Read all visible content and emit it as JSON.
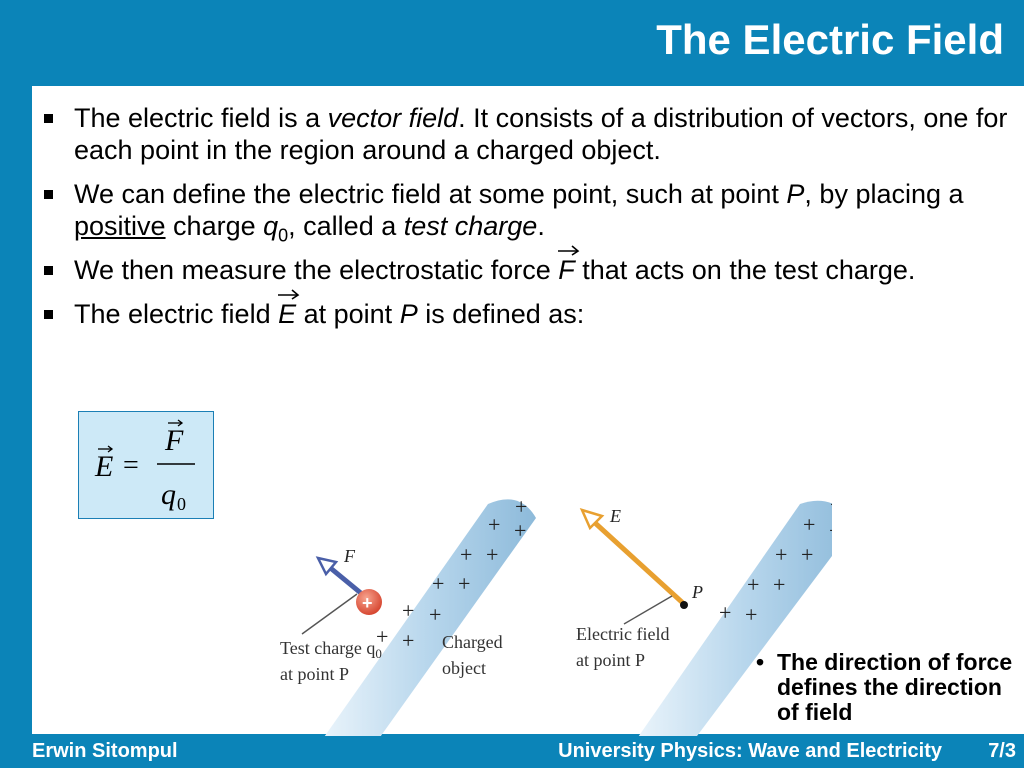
{
  "slide": {
    "title": "The Electric Field",
    "bullets": [
      {
        "t1": "The electric field is a ",
        "t2": "vector field",
        "t3": ". It consists of a distribution of vectors, one for each point in the region around a charged object."
      },
      {
        "t1": "We can define the electric field at some point, such at point ",
        "t2": "P",
        "t3": ", by placing a ",
        "t4": "positive",
        "t5": " charge ",
        "t6": "q",
        "t7": "0",
        "t8": ", called a ",
        "t9": "test charge",
        "t10": "."
      },
      {
        "t1": "We then measure the electrostatic force ",
        "t2": "F",
        "t3": " that acts on the test charge."
      },
      {
        "t1": "The electric field ",
        "t2": "E",
        "t3": " at point ",
        "t4": "P",
        "t5": " is defined as:"
      }
    ],
    "formula": {
      "lhs": "E",
      "eq": "=",
      "num": "F",
      "den": "q",
      "den_sub": "0"
    },
    "figure": {
      "force_label": "F",
      "field_label": "E",
      "point_label": "P",
      "test_charge_sign": "+",
      "test_charge_line1": "Test charge q",
      "test_charge_sub": "0",
      "test_charge_line2": "at point P",
      "field_line1": "Electric field",
      "field_line2": "at point P",
      "object_line1": "Charged",
      "object_line2": "object",
      "plus": "+"
    },
    "note": {
      "bullet": "•",
      "text": "The direction of force defines the direction of field"
    },
    "footer": {
      "left": "Erwin Sitompul",
      "center": "University Physics: Wave and Electricity",
      "page": "7/3"
    }
  },
  "colors": {
    "theme": "#0b84b8",
    "formula_bg": "#cde9f7",
    "formula_border": "#1b7fb5",
    "force_arrow": "#4a5fa8",
    "field_arrow": "#e8a030",
    "rod": "#a9cde6",
    "test_charge": "#e2553a"
  }
}
